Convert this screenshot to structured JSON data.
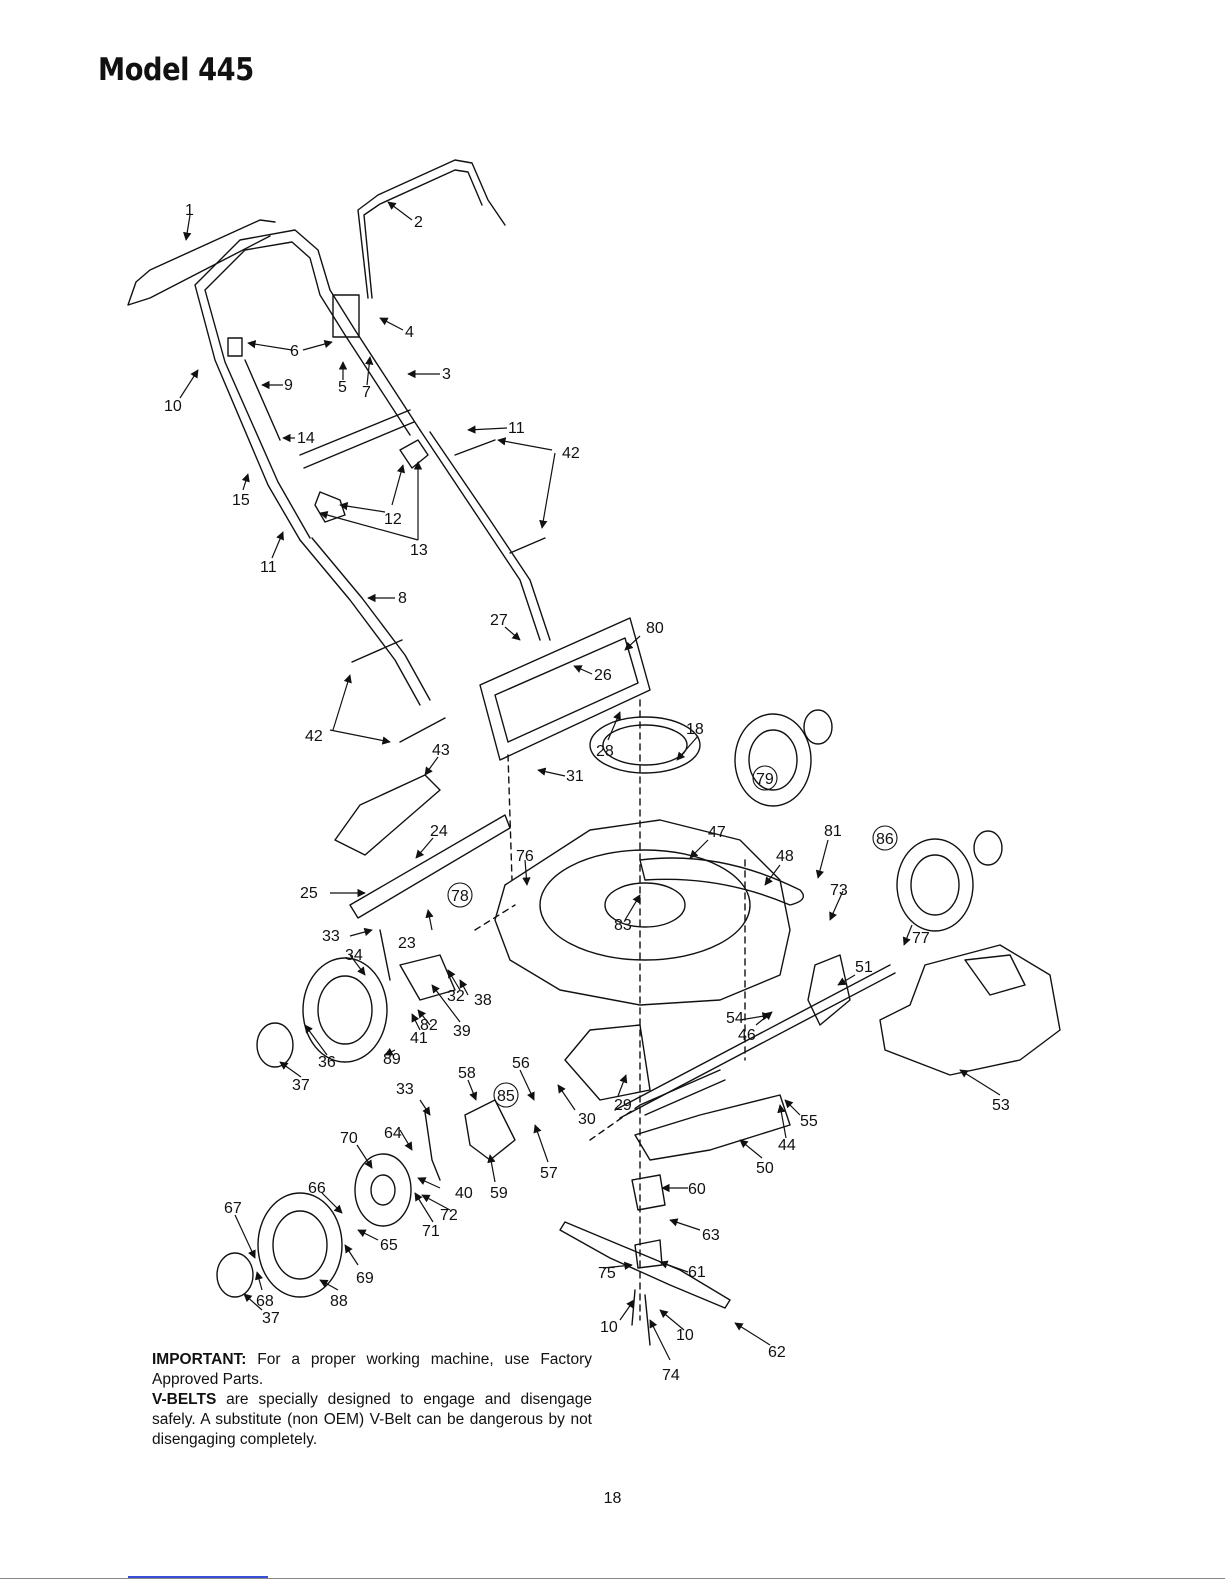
{
  "title": "Model 445",
  "page_number": "18",
  "notes": [
    {
      "label": "IMPORTANT:",
      "text": " For a proper working machine, use Factory Approved Parts."
    },
    {
      "label": "V-BELTS",
      "text": " are specially designed to engage and disengage safely. A substitute (non OEM) V-Belt can be dangerous by not disengaging completely."
    }
  ],
  "callouts": [
    "1",
    "2",
    "3",
    "4",
    "5",
    "6",
    "7",
    "8",
    "9",
    "10",
    "10",
    "10",
    "10",
    "11",
    "11",
    "12",
    "13",
    "14",
    "15",
    "18",
    "23",
    "24",
    "25",
    "26",
    "27",
    "28",
    "29",
    "30",
    "31",
    "32",
    "33",
    "33",
    "34",
    "36",
    "37",
    "37",
    "38",
    "39",
    "40",
    "41",
    "42",
    "42",
    "43",
    "44",
    "46",
    "47",
    "48",
    "50",
    "51",
    "53",
    "54",
    "55",
    "56",
    "57",
    "58",
    "59",
    "60",
    "61",
    "62",
    "63",
    "64",
    "65",
    "66",
    "67",
    "68",
    "69",
    "70",
    "71",
    "72",
    "73",
    "74",
    "75",
    "76",
    "77",
    "78",
    "79",
    "80",
    "81",
    "82",
    "83",
    "85",
    "86",
    "88",
    "89"
  ]
}
